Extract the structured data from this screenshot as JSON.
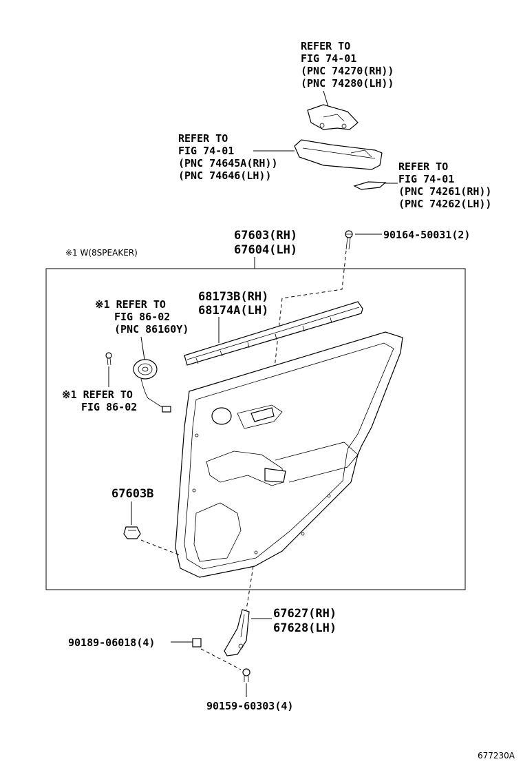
{
  "refs": {
    "top": [
      "REFER TO",
      "FIG 74-01",
      "(PNC 74270(RH))",
      "(PNC 74280(LH))"
    ],
    "armrest": [
      "REFER TO",
      "FIG 74-01",
      "(PNC 74645A(RH))",
      "(PNC 74646(LH))"
    ],
    "side": [
      "REFER TO",
      "FIG 74-01",
      "(PNC 74261(RH))",
      "(PNC 74262(LH))"
    ],
    "speaker1": [
      "※1 REFER TO",
      "FIG 86-02",
      "(PNC 86160Y)"
    ],
    "speaker2": [
      "※1 REFER TO",
      "FIG 86-02"
    ]
  },
  "parts": {
    "panel": [
      "67603(RH)",
      "67604(LH)"
    ],
    "screw": "90164-50031(2)",
    "weatherstrip": [
      "68173B(RH)",
      "68174A(LH)"
    ],
    "clip": "67603B",
    "bracket": [
      "67627(RH)",
      "67628(LH)"
    ],
    "nut": "90189-06018(4)",
    "bolt": "90159-60303(4)"
  },
  "note": "※1 W(8SPEAKER)",
  "figure_id": "677230A"
}
